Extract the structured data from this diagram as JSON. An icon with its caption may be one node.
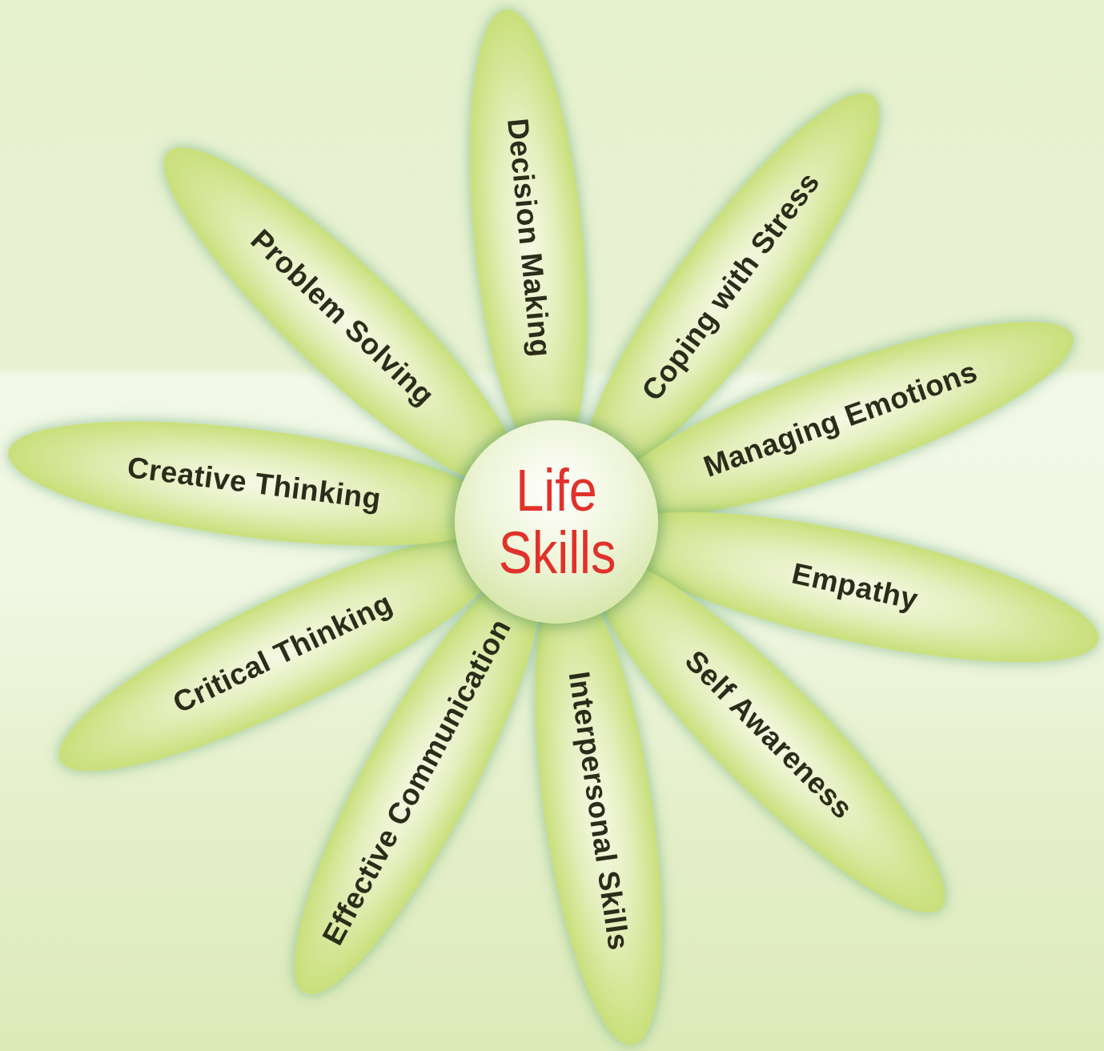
{
  "diagram": {
    "nodes": [
      {
        "text": [
          "Life Skills"
        ]
      },
      {
        "text": [
          "Decision Making"
        ]
      },
      {
        "text": [
          "Coping with Stress"
        ]
      },
      {
        "text": [
          "Managing Emotions"
        ]
      },
      {
        "text": [
          "Empathy"
        ]
      },
      {
        "text": [
          "Self Awareness"
        ]
      },
      {
        "text": [
          "Interpersonal Skills"
        ]
      },
      {
        "text": [
          "Effective Communication"
        ]
      },
      {
        "text": [
          "Critical Thinking"
        ]
      },
      {
        "text": [
          "Creative Thinking"
        ]
      },
      {
        "text": [
          "Problem Solving"
        ]
      }
    ],
    "edges": []
  }
}
